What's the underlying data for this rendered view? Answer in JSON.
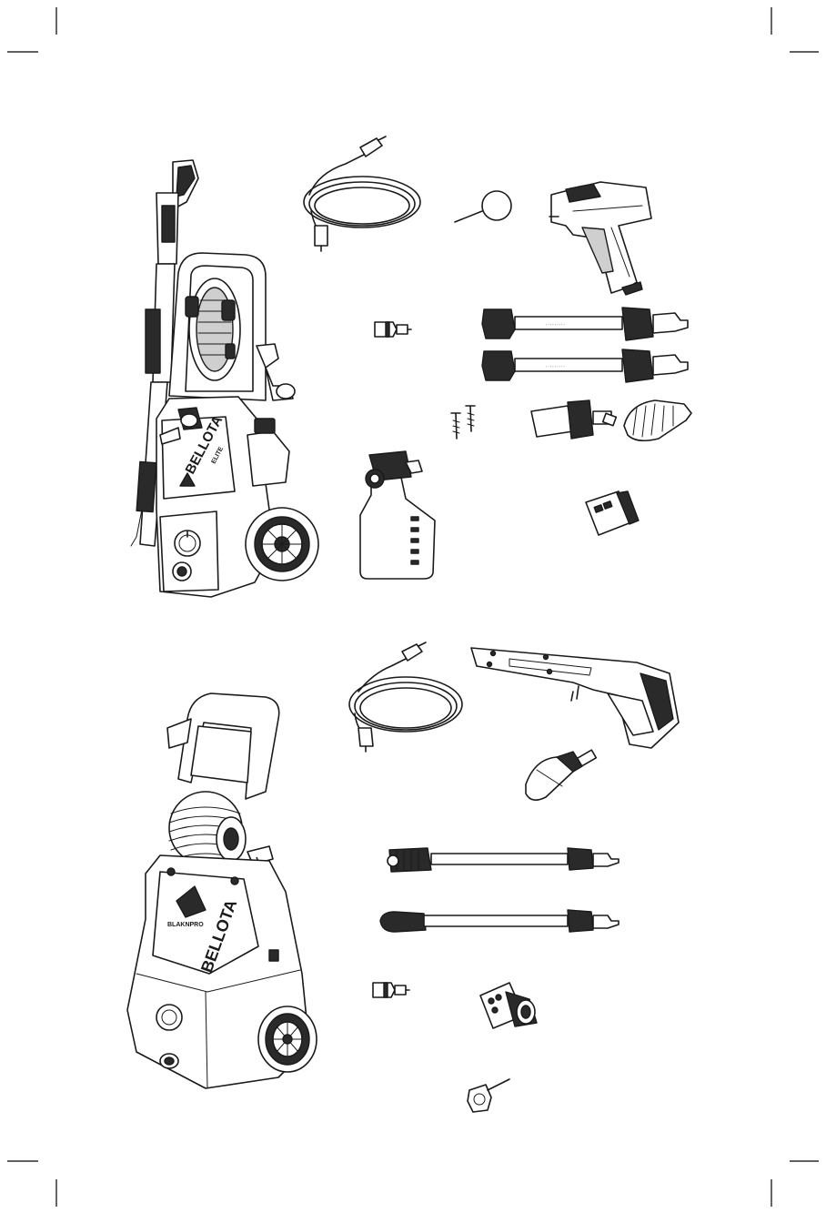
{
  "colors": {
    "line": "#1a1a1a",
    "fill_grey": "#cfcfcf",
    "fill_dark": "#2a2a2a",
    "background": "#ffffff"
  },
  "figure_top": {
    "machine_brand": "BELLOTA",
    "machine_model": "ELITE"
  },
  "figure_bottom": {
    "machine_brand": "BELLOTA",
    "machine_model": "BLAKNPRO"
  }
}
